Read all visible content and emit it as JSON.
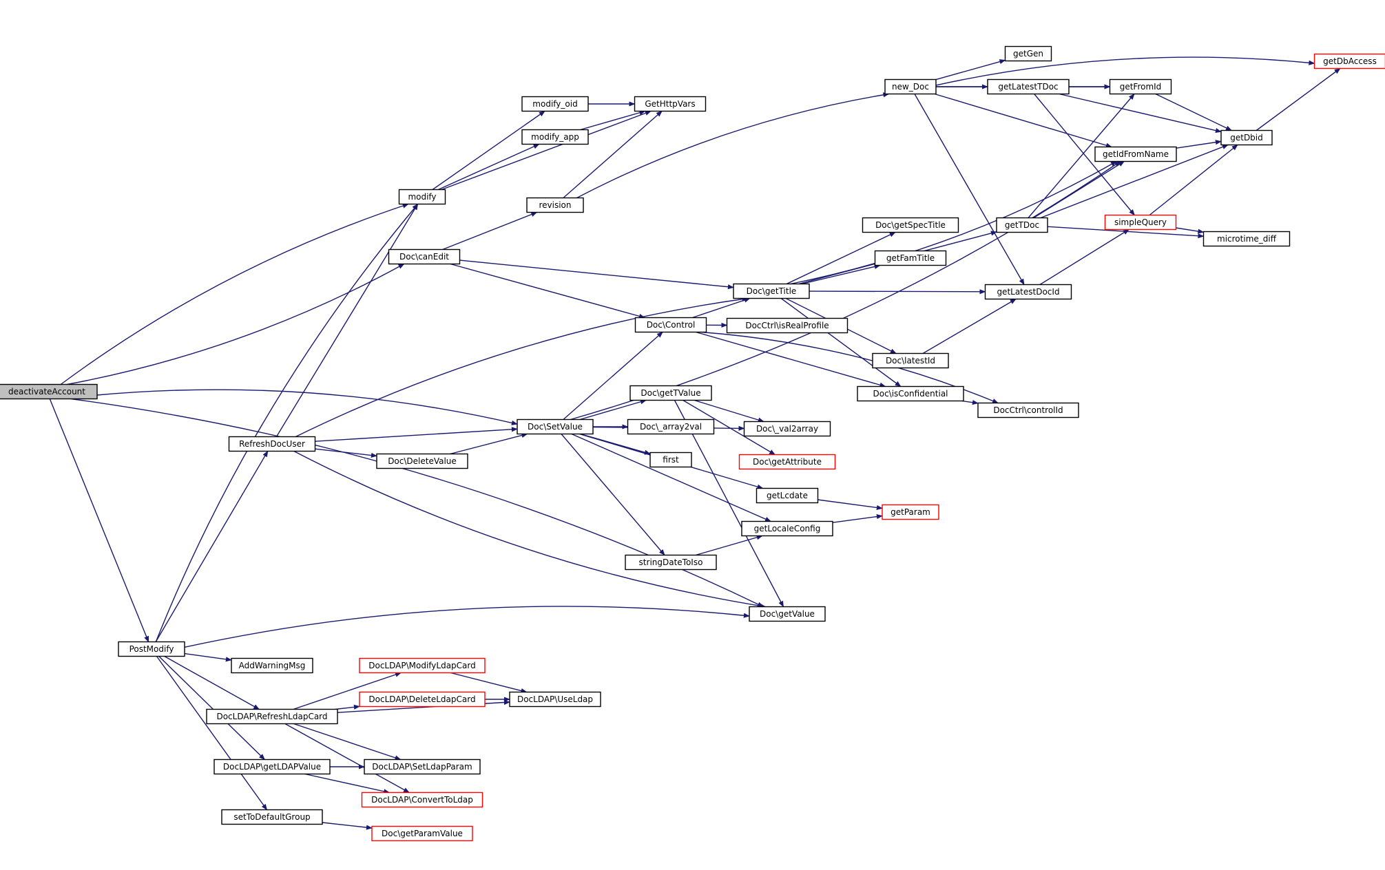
{
  "colors": {
    "edge": "#191970",
    "normal_border": "#000000",
    "red_border": "#ff0000",
    "highlight_fill": "#bfbfbf"
  },
  "nodes": [
    {
      "id": "deactivateAccount",
      "label": "deactivateAccount",
      "style": "highlight"
    },
    {
      "id": "modify",
      "label": "modify",
      "style": "normal"
    },
    {
      "id": "Doc_canEdit",
      "label": "Doc\\canEdit",
      "style": "normal"
    },
    {
      "id": "Doc_SetValue",
      "label": "Doc\\SetValue",
      "style": "normal"
    },
    {
      "id": "PostModify",
      "label": "PostModify",
      "style": "normal"
    },
    {
      "id": "Doc_getValue",
      "label": "Doc\\getValue",
      "style": "normal"
    },
    {
      "id": "modify_oid",
      "label": "modify_oid",
      "style": "normal"
    },
    {
      "id": "modify_app",
      "label": "modify_app",
      "style": "normal"
    },
    {
      "id": "GetHttpVars",
      "label": "GetHttpVars",
      "style": "normal"
    },
    {
      "id": "revision",
      "label": "revision",
      "style": "normal"
    },
    {
      "id": "new_Doc",
      "label": "new_Doc",
      "style": "normal"
    },
    {
      "id": "Doc_getTitle",
      "label": "Doc\\getTitle",
      "style": "normal"
    },
    {
      "id": "Doc_Control",
      "label": "Doc\\Control",
      "style": "normal"
    },
    {
      "id": "getIdFromName",
      "label": "getIdFromName",
      "style": "normal"
    },
    {
      "id": "Doc_val2array",
      "label": "Doc\\_val2array",
      "style": "normal"
    },
    {
      "id": "Doc_getTValue",
      "label": "Doc\\getTValue",
      "style": "normal"
    },
    {
      "id": "Doc_array2val",
      "label": "Doc\\_array2val",
      "style": "normal"
    },
    {
      "id": "first",
      "label": "first",
      "style": "normal"
    },
    {
      "id": "getLcdate",
      "label": "getLcdate",
      "style": "normal"
    },
    {
      "id": "getLocaleConfig",
      "label": "getLocaleConfig",
      "style": "normal"
    },
    {
      "id": "stringDateToIso",
      "label": "stringDateToIso",
      "style": "normal"
    },
    {
      "id": "RefreshDocUser",
      "label": "RefreshDocUser",
      "style": "normal"
    },
    {
      "id": "Doc_DeleteValue",
      "label": "Doc\\DeleteValue",
      "style": "normal"
    },
    {
      "id": "AddWarningMsg",
      "label": "AddWarningMsg",
      "style": "normal"
    },
    {
      "id": "DocLDAP_RefreshLdapCard",
      "label": "DocLDAP\\RefreshLdapCard",
      "style": "normal"
    },
    {
      "id": "DocLDAP_getLDAPValue",
      "label": "DocLDAP\\getLDAPValue",
      "style": "normal"
    },
    {
      "id": "setToDefaultGroup",
      "label": "setToDefaultGroup",
      "style": "normal"
    },
    {
      "id": "Doc_getParamValue",
      "label": "Doc\\getParamValue",
      "style": "red"
    },
    {
      "id": "DocLDAP_ModifyLdapCard",
      "label": "DocLDAP\\ModifyLdapCard",
      "style": "red"
    },
    {
      "id": "DocLDAP_DeleteLdapCard",
      "label": "DocLDAP\\DeleteLdapCard",
      "style": "red"
    },
    {
      "id": "DocLDAP_UseLdap",
      "label": "DocLDAP\\UseLdap",
      "style": "normal"
    },
    {
      "id": "DocLDAP_SetLdapParam",
      "label": "DocLDAP\\SetLdapParam",
      "style": "normal"
    },
    {
      "id": "DocLDAP_ConvertToLdap",
      "label": "DocLDAP\\ConvertToLdap",
      "style": "red"
    },
    {
      "id": "Doc_getAttribute",
      "label": "Doc\\getAttribute",
      "style": "red"
    },
    {
      "id": "getParam",
      "label": "getParam",
      "style": "red"
    },
    {
      "id": "Doc_getSpecTitle",
      "label": "Doc\\getSpecTitle",
      "style": "normal"
    },
    {
      "id": "getFamTitle",
      "label": "getFamTitle",
      "style": "normal"
    },
    {
      "id": "getTDoc",
      "label": "getTDoc",
      "style": "normal"
    },
    {
      "id": "getLatestDocId",
      "label": "getLatestDocId",
      "style": "normal"
    },
    {
      "id": "Doc_latestId",
      "label": "Doc\\latestId",
      "style": "normal"
    },
    {
      "id": "Doc_isConfidential",
      "label": "Doc\\isConfidential",
      "style": "normal"
    },
    {
      "id": "DocCtrl_isRealProfile",
      "label": "DocCtrl\\isRealProfile",
      "style": "normal"
    },
    {
      "id": "DocCtrl_controlId",
      "label": "DocCtrl\\controlId",
      "style": "normal"
    },
    {
      "id": "getGen",
      "label": "getGen",
      "style": "normal"
    },
    {
      "id": "getLatestTDoc",
      "label": "getLatestTDoc",
      "style": "normal"
    },
    {
      "id": "getFromId",
      "label": "getFromId",
      "style": "normal"
    },
    {
      "id": "getDbid",
      "label": "getDbid",
      "style": "normal"
    },
    {
      "id": "getDbAccess",
      "label": "getDbAccess",
      "style": "red"
    },
    {
      "id": "simpleQuery",
      "label": "simpleQuery",
      "style": "red"
    },
    {
      "id": "microtime_diff",
      "label": "microtime_diff",
      "style": "normal"
    }
  ],
  "edges": [
    [
      "deactivateAccount",
      "modify"
    ],
    [
      "deactivateAccount",
      "Doc_canEdit"
    ],
    [
      "deactivateAccount",
      "Doc_SetValue"
    ],
    [
      "deactivateAccount",
      "PostModify"
    ],
    [
      "deactivateAccount",
      "Doc_getValue"
    ],
    [
      "modify",
      "modify_oid"
    ],
    [
      "modify",
      "modify_app"
    ],
    [
      "modify",
      "GetHttpVars"
    ],
    [
      "modify_oid",
      "GetHttpVars"
    ],
    [
      "modify_app",
      "GetHttpVars"
    ],
    [
      "Doc_canEdit",
      "revision"
    ],
    [
      "Doc_canEdit",
      "Doc_getTitle"
    ],
    [
      "Doc_canEdit",
      "Doc_Control"
    ],
    [
      "revision",
      "GetHttpVars"
    ],
    [
      "revision",
      "new_Doc"
    ],
    [
      "Doc_SetValue",
      "getIdFromName"
    ],
    [
      "Doc_SetValue",
      "Doc_Control"
    ],
    [
      "Doc_SetValue",
      "Doc_val2array"
    ],
    [
      "Doc_SetValue",
      "Doc_getTValue"
    ],
    [
      "Doc_SetValue",
      "Doc_array2val"
    ],
    [
      "Doc_SetValue",
      "first"
    ],
    [
      "Doc_SetValue",
      "getLcdate"
    ],
    [
      "Doc_SetValue",
      "getLocaleConfig"
    ],
    [
      "Doc_SetValue",
      "stringDateToIso"
    ],
    [
      "PostModify",
      "modify"
    ],
    [
      "PostModify",
      "RefreshDocUser"
    ],
    [
      "PostModify",
      "Doc_getValue"
    ],
    [
      "PostModify",
      "AddWarningMsg"
    ],
    [
      "PostModify",
      "DocLDAP_RefreshLdapCard"
    ],
    [
      "PostModify",
      "DocLDAP_getLDAPValue"
    ],
    [
      "PostModify",
      "setToDefaultGroup"
    ],
    [
      "RefreshDocUser",
      "modify"
    ],
    [
      "RefreshDocUser",
      "Doc_getTitle"
    ],
    [
      "RefreshDocUser",
      "Doc_SetValue"
    ],
    [
      "RefreshDocUser",
      "Doc_DeleteValue"
    ],
    [
      "RefreshDocUser",
      "Doc_getValue"
    ],
    [
      "Doc_DeleteValue",
      "Doc_SetValue"
    ],
    [
      "Doc_getTValue",
      "Doc_val2array"
    ],
    [
      "Doc_getTValue",
      "Doc_getAttribute"
    ],
    [
      "Doc_getTValue",
      "Doc_getValue"
    ],
    [
      "getLcdate",
      "getParam"
    ],
    [
      "getLocaleConfig",
      "getParam"
    ],
    [
      "stringDateToIso",
      "getLocaleConfig"
    ],
    [
      "DocLDAP_RefreshLdapCard",
      "DocLDAP_ModifyLdapCard"
    ],
    [
      "DocLDAP_RefreshLdapCard",
      "DocLDAP_DeleteLdapCard"
    ],
    [
      "DocLDAP_RefreshLdapCard",
      "DocLDAP_UseLdap"
    ],
    [
      "DocLDAP_RefreshLdapCard",
      "DocLDAP_SetLdapParam"
    ],
    [
      "DocLDAP_RefreshLdapCard",
      "DocLDAP_ConvertToLdap"
    ],
    [
      "DocLDAP_ModifyLdapCard",
      "DocLDAP_UseLdap"
    ],
    [
      "DocLDAP_DeleteLdapCard",
      "DocLDAP_UseLdap"
    ],
    [
      "DocLDAP_getLDAPValue",
      "DocLDAP_SetLdapParam"
    ],
    [
      "DocLDAP_getLDAPValue",
      "DocLDAP_ConvertToLdap"
    ],
    [
      "setToDefaultGroup",
      "Doc_getParamValue"
    ],
    [
      "Doc_Control",
      "Doc_getTitle"
    ],
    [
      "Doc_Control",
      "DocCtrl_isRealProfile"
    ],
    [
      "Doc_Control",
      "Doc_isConfidential"
    ],
    [
      "Doc_Control",
      "DocCtrl_controlId"
    ],
    [
      "Doc_getTitle",
      "getIdFromName"
    ],
    [
      "Doc_getTitle",
      "Doc_getSpecTitle"
    ],
    [
      "Doc_getTitle",
      "getFamTitle"
    ],
    [
      "Doc_getTitle",
      "getTDoc"
    ],
    [
      "Doc_getTitle",
      "getLatestDocId"
    ],
    [
      "Doc_getTitle",
      "Doc_latestId"
    ],
    [
      "Doc_getTitle",
      "Doc_isConfidential"
    ],
    [
      "Doc_latestId",
      "getLatestDocId"
    ],
    [
      "Doc_isConfidential",
      "DocCtrl_controlId"
    ],
    [
      "new_Doc",
      "getDbAccess"
    ],
    [
      "new_Doc",
      "getFromId"
    ],
    [
      "new_Doc",
      "getGen"
    ],
    [
      "new_Doc",
      "getLatestTDoc"
    ],
    [
      "new_Doc",
      "getIdFromName"
    ],
    [
      "new_Doc",
      "getLatestDocId"
    ],
    [
      "getLatestTDoc",
      "getFromId"
    ],
    [
      "getLatestTDoc",
      "getDbid"
    ],
    [
      "getLatestTDoc",
      "simpleQuery"
    ],
    [
      "getTDoc",
      "getFromId"
    ],
    [
      "getTDoc",
      "getIdFromName"
    ],
    [
      "getTDoc",
      "getDbid"
    ],
    [
      "getTDoc",
      "microtime_diff"
    ],
    [
      "getLatestDocId",
      "simpleQuery"
    ],
    [
      "getFromId",
      "getDbid"
    ],
    [
      "getIdFromName",
      "getDbid"
    ],
    [
      "getDbid",
      "getDbAccess"
    ],
    [
      "simpleQuery",
      "getDbid"
    ],
    [
      "simpleQuery",
      "microtime_diff"
    ]
  ]
}
